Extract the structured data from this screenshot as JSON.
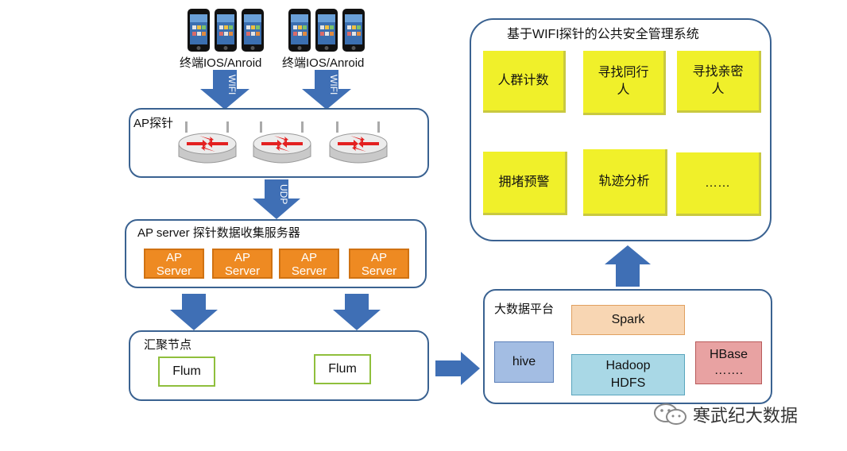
{
  "terminals": [
    {
      "label": "终端IOS/Anroid",
      "arrow_text": "WIFI"
    },
    {
      "label": "终端IOS/Anroid",
      "arrow_text": "WIFI"
    }
  ],
  "ap_probe": {
    "title": "AP探针"
  },
  "udp_arrow": {
    "text": "UDP"
  },
  "ap_server": {
    "title": "AP server 探针数据收集服务器",
    "servers": [
      {
        "line1": "AP",
        "line2": "Server"
      },
      {
        "line1": "AP",
        "line2": "Server"
      },
      {
        "line1": "AP",
        "line2": "Server"
      },
      {
        "line1": "AP",
        "line2": "Server"
      }
    ]
  },
  "aggregation": {
    "title": "汇聚节点",
    "nodes": [
      "Flum",
      "Flum"
    ]
  },
  "big_data": {
    "title": "大数据平台",
    "hive": "hive",
    "spark": "Spark",
    "hadoop_line1": "Hadoop",
    "hadoop_line2": "HDFS",
    "hbase_line1": "HBase",
    "hbase_line2": "……."
  },
  "system": {
    "title": "基于WIFI探针的公共安全管理系统",
    "notes": [
      {
        "line1": "人群计数",
        "line2": ""
      },
      {
        "line1": "寻找同行",
        "line2": "人"
      },
      {
        "line1": "寻找亲密",
        "line2": "人"
      },
      {
        "line1": "拥堵预警",
        "line2": ""
      },
      {
        "line1": "轨迹分析",
        "line2": ""
      },
      {
        "line1": "……",
        "line2": ""
      }
    ]
  },
  "watermark": {
    "text": "寒武纪大数据",
    "icon": "wechat-icon"
  },
  "colors": {
    "arrow": "#3f6fb5",
    "panel_border": "#3a6291",
    "server": "#ee8a22",
    "note": "#f0f02a",
    "hive": "#a3bde3",
    "spark": "#f8d6b3",
    "hadoop": "#a9d8e6",
    "hbase": "#e8a2a2"
  }
}
